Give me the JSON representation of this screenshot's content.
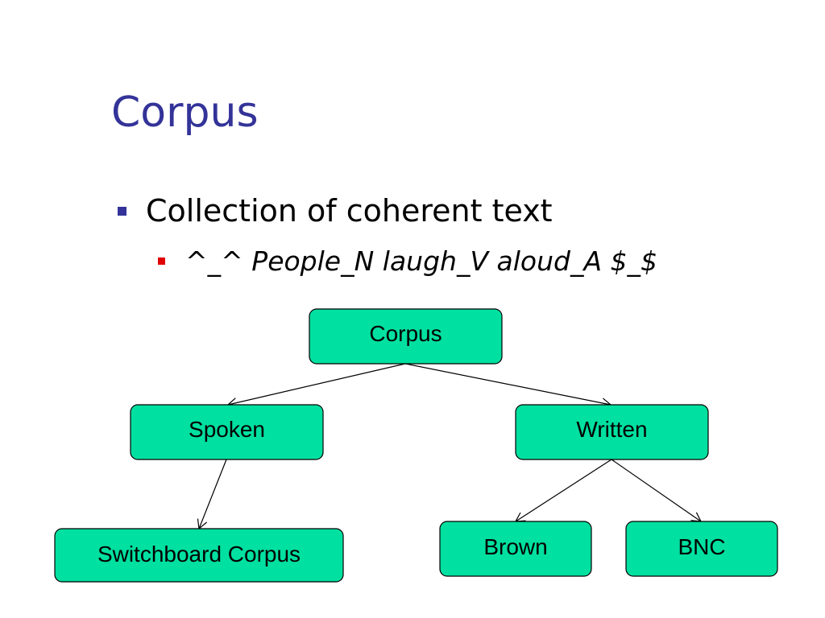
{
  "slide": {
    "title": "Corpus",
    "title_color": "#333399"
  },
  "bullets": [
    {
      "text": "Collection of coherent text",
      "bullet_color": "#333399",
      "sub_bullets": [
        {
          "text": "^_^ People_N laugh_V aloud_A $_$",
          "bullet_color": "#e00000"
        }
      ]
    }
  ],
  "diagram": {
    "node_fill": "#00e0a0",
    "nodes": {
      "root": "Corpus",
      "spoken": "Spoken",
      "written": "Written",
      "switchboard": "Switchboard Corpus",
      "brown": "Brown",
      "bnc": "BNC"
    },
    "edges": [
      {
        "from": "root",
        "to": "spoken"
      },
      {
        "from": "root",
        "to": "written"
      },
      {
        "from": "spoken",
        "to": "switchboard"
      },
      {
        "from": "written",
        "to": "brown"
      },
      {
        "from": "written",
        "to": "bnc"
      }
    ]
  }
}
